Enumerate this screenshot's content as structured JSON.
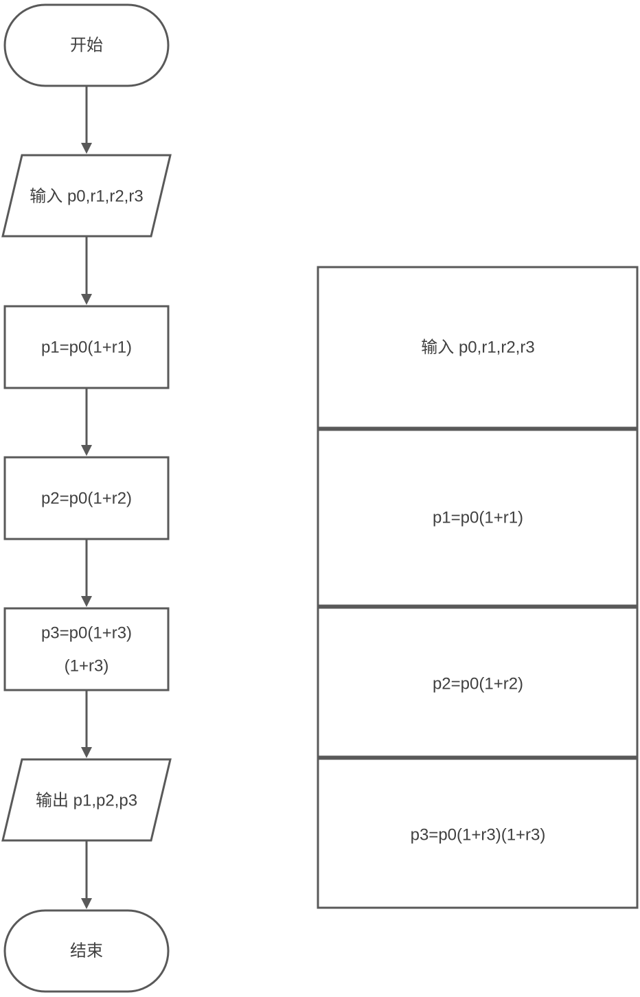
{
  "flowchart": {
    "start": "开始",
    "input": "输入 p0,r1,r2,r3",
    "step1": "p1=p0(1+r1)",
    "step2": "p2=p0(1+r2)",
    "step3_line1": "p3=p0(1+r3)",
    "step3_line2": "(1+r3)",
    "output": "输出 p1,p2,p3",
    "end": "结束"
  },
  "structure": {
    "input": "输入 p0,r1,r2,r3",
    "step1": "p1=p0(1+r1)",
    "step2": "p2=p0(1+r2)",
    "step3": "p3=p0(1+r3)(1+r3)"
  },
  "colors": {
    "stroke": "#595959",
    "text": "#404040",
    "background": "#ffffff"
  }
}
